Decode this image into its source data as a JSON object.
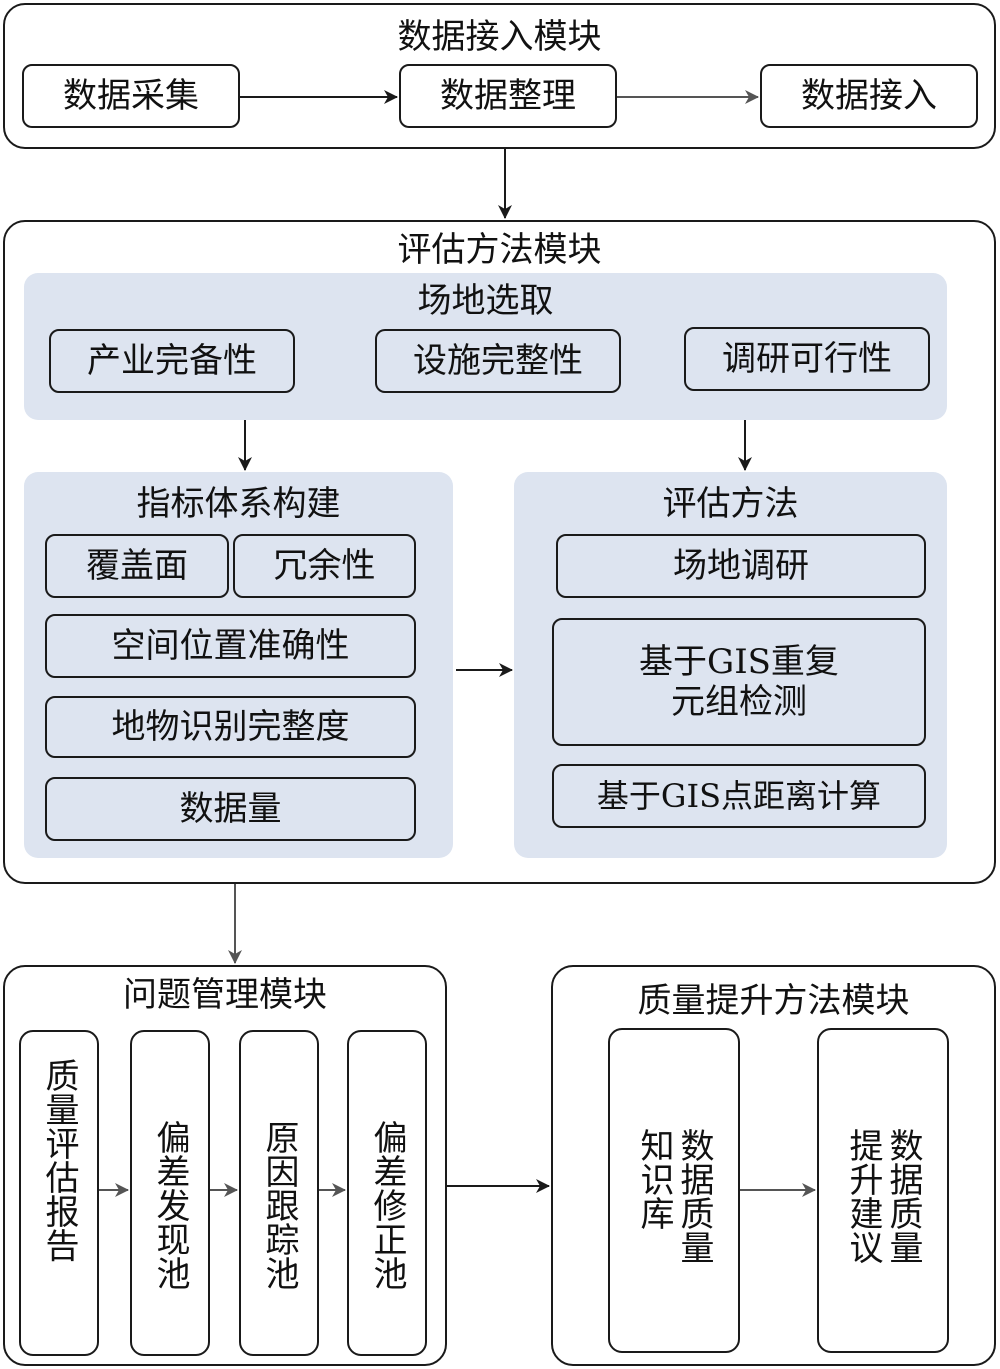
{
  "data_access": {
    "title": "数据接入模块",
    "steps": [
      "数据采集",
      "数据整理",
      "数据接入"
    ]
  },
  "evaluation": {
    "title": "评估方法模块",
    "site_selection": {
      "title": "场地选取",
      "items": [
        "产业完备性",
        "设施完整性",
        "调研可行性"
      ]
    },
    "indicator_system": {
      "title": "指标体系构建",
      "items": [
        "覆盖面",
        "冗余性",
        "空间位置准确性",
        "地物识别完整度",
        "数据量"
      ]
    },
    "methods": {
      "title": "评估方法",
      "items": [
        "场地调研",
        "基于GIS重复\n元组检测",
        "基于GIS点距离计算"
      ]
    }
  },
  "problem_management": {
    "title": "问题管理模块",
    "items": [
      "质量评估报告",
      "偏差发现池",
      "原因跟踪池",
      "偏差修正池"
    ]
  },
  "quality_improvement": {
    "title": "质量提升方法模块",
    "items": [
      "数据质量知识库",
      "数据质量提升建议"
    ]
  }
}
